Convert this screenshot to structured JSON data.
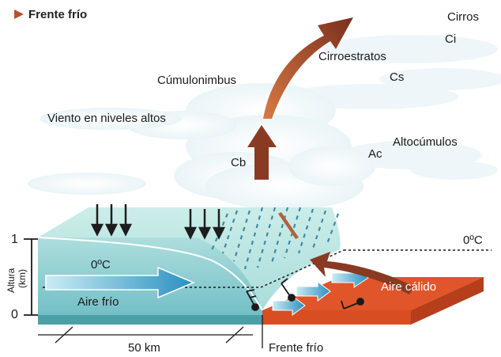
{
  "title": "Frente frío",
  "clouds": {
    "cirros": "Cirros",
    "ci": "Ci",
    "cirroestratos": "Cirroestratos",
    "cs": "Cs",
    "cumulonimbus": "Cúmulonimbus",
    "cb": "Cb",
    "altocumulos": "Altocúmulos",
    "ac": "Ac"
  },
  "wind_high_levels": "Viento en niveles altos",
  "axis": {
    "title": "Altura",
    "unit": "(km)",
    "tick_1": "1",
    "tick_0": "0"
  },
  "freezing_level_left": "0ºC",
  "freezing_level_right": "0ºC",
  "cold_air": "Aire frío",
  "warm_air": "Aire cálido",
  "scale": "50 km",
  "front_label": "Frente frío",
  "colors": {
    "cold_air": "#8fd0d0",
    "warm_air": "#e0562a",
    "arrow_brown": "#8a3a22",
    "arrow_blue": "#2a8fc0"
  }
}
